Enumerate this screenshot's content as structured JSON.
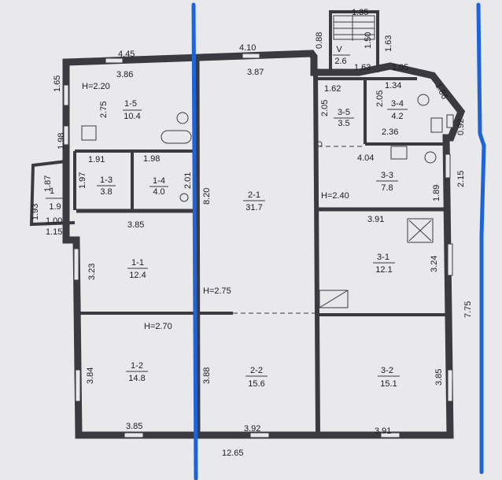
{
  "rooms": [
    {
      "id": "1-5",
      "area": "10.4"
    },
    {
      "id": "1-3",
      "area": "3.8"
    },
    {
      "id": "1-4",
      "area": "4.0"
    },
    {
      "id": "1",
      "area": "1.9"
    },
    {
      "id": "1-1",
      "area": "12.4"
    },
    {
      "id": "1-2",
      "area": "14.8"
    },
    {
      "id": "2-1",
      "area": "31.7"
    },
    {
      "id": "2-2",
      "area": "15.6"
    },
    {
      "id": "3-5",
      "area": "3.5"
    },
    {
      "id": "3-4",
      "area": "4.2"
    },
    {
      "id": "3-3",
      "area": "7.8"
    },
    {
      "id": "3-1",
      "area": "12.1"
    },
    {
      "id": "3-2",
      "area": "15.1"
    },
    {
      "id": "V",
      "area": "2.6"
    }
  ],
  "heights": [
    "H=2.20",
    "H=2.75",
    "H=2.70",
    "H=2.40"
  ],
  "dimensions": [
    "4.45",
    "3.86",
    "4.10",
    "3.87",
    "1.35",
    "0.88",
    "1.50",
    "1.63",
    "1.63",
    "1.05",
    "1.62",
    "1.34",
    "1.86",
    "1.65",
    "2.75",
    "1.98",
    "1.91",
    "1.98",
    "2.01",
    "1.87",
    "1.97",
    "1.93",
    "1.00",
    "1.15",
    "8.20",
    "2.05",
    "2.05",
    "2.36",
    "0.92",
    "4.04",
    "1.89",
    "2.15",
    "3.91",
    "3.85",
    "3.23",
    "3.24",
    "7.75",
    "3.84",
    "3.88",
    "3.85",
    "3.85",
    "3.92",
    "3.91",
    "12.65"
  ]
}
